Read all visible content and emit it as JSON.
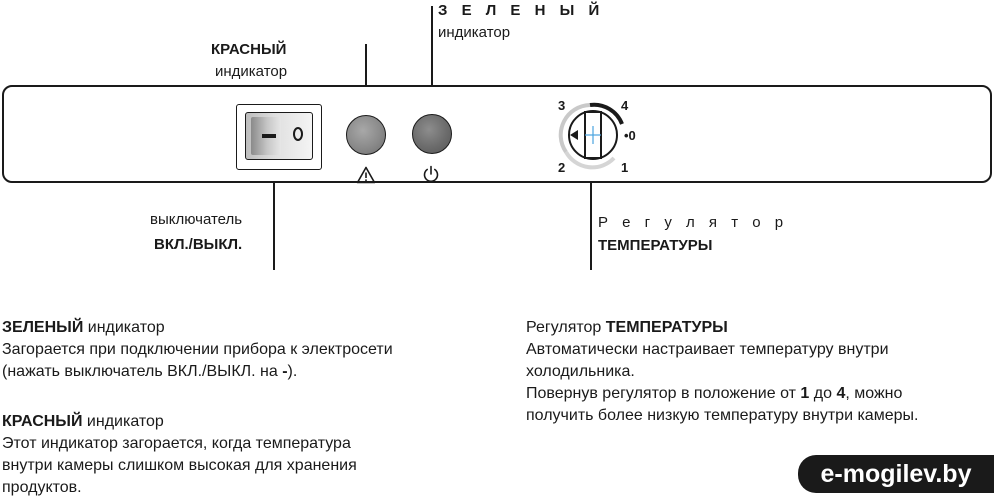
{
  "callouts": {
    "green": {
      "bold": "З Е Л Е Н Ы Й",
      "sub": "индикатор"
    },
    "red": {
      "bold": "КРАСНЫЙ",
      "sub": "индикатор"
    },
    "switch": {
      "line1": "выключатель",
      "line2": "ВКЛ./ВЫКЛ."
    },
    "regulator": {
      "line1": "Р е г у л я т о р",
      "line2": "ТЕМПЕРАТУРЫ"
    }
  },
  "dial": {
    "marks": {
      "m3": "3",
      "m4": "4",
      "m0": "•0",
      "m2": "2",
      "m1": "1"
    }
  },
  "icons": {
    "warning": "warning-triangle-icon",
    "power": "power-icon"
  },
  "text": {
    "green": {
      "title_bold": "ЗЕЛЕНЫЙ",
      "title_rest": " индикатор",
      "line1": "Загорается при подключении прибора к электросети",
      "line2_a": "(нажать выключатель ВКЛ./ВЫКЛ. на ",
      "line2_b": "-",
      "line2_c": ")."
    },
    "red": {
      "title_bold": "КРАСНЫЙ",
      "title_rest": " индикатор",
      "line1": "Этот индикатор загорается, когда температура",
      "line2": "внутри камеры слишком высокая для хранения",
      "line3": "продуктов."
    },
    "regulator": {
      "title_norm": "Регулятор ",
      "title_bold": "ТЕМПЕРАТУРЫ",
      "line1": "Автоматически настраивает температуру внутри",
      "line2": "холодильника.",
      "line3_a": "Повернув регулятор в положение от ",
      "line3_b": "1",
      "line3_c": " до ",
      "line3_d": "4",
      "line3_e": ", можно",
      "line4": "получить более низкую температуру внутри камеры."
    }
  },
  "brand": {
    "logo": "e-mogilev.by"
  }
}
